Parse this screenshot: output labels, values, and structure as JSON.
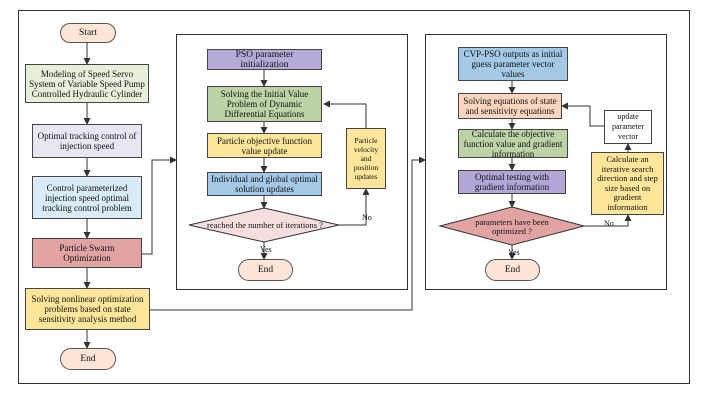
{
  "left": {
    "start": "Start",
    "modeling": "Modeling of Speed Servo System of Variable Speed Pump Controlled Hydraulic Cylinder",
    "optimal": "Optimal tracking control of injection speed",
    "control": "Control parameterized injection speed optimal tracking control problem",
    "pso": "Particle Swarm Optimization",
    "solving": "Solving nonlinear optimization problems based on state sensitivity analysis method",
    "end": "End"
  },
  "middle": {
    "init": "PSO parameter initialization",
    "ivp": "Solving the Initial Value Problem of Dynamic Differential Equations",
    "objective": "Particle objective function value update",
    "individual": "Individual and global optimal solution updates",
    "decision": "reached the number of iterations ?",
    "velocity": "Particle velocity and position updates",
    "yes": "Yes",
    "no": "No",
    "end": "End"
  },
  "right": {
    "cvp": "CVP-PSO outputs as initial guess parameter vector values",
    "state": "Solving equations of state and sensitivity equations",
    "gradient": "Calculate the objective function value and gradient information",
    "testing": "Optimal testing with gradient information",
    "decision": "parameters have been optimized ?",
    "update": "update parameter vector",
    "search": "Calculate an iterative search direction and step size based on gradient information",
    "yes": "Yes",
    "no": "No",
    "end": "End"
  },
  "colors": {
    "terminal": "#fde6d6",
    "blue": "#d8ebf6",
    "green": "#e6efd9",
    "lavender": "#e9e6f2",
    "red": "#e2a3a3",
    "yellow": "#fde59a",
    "purple": "#b7a9d8"
  }
}
